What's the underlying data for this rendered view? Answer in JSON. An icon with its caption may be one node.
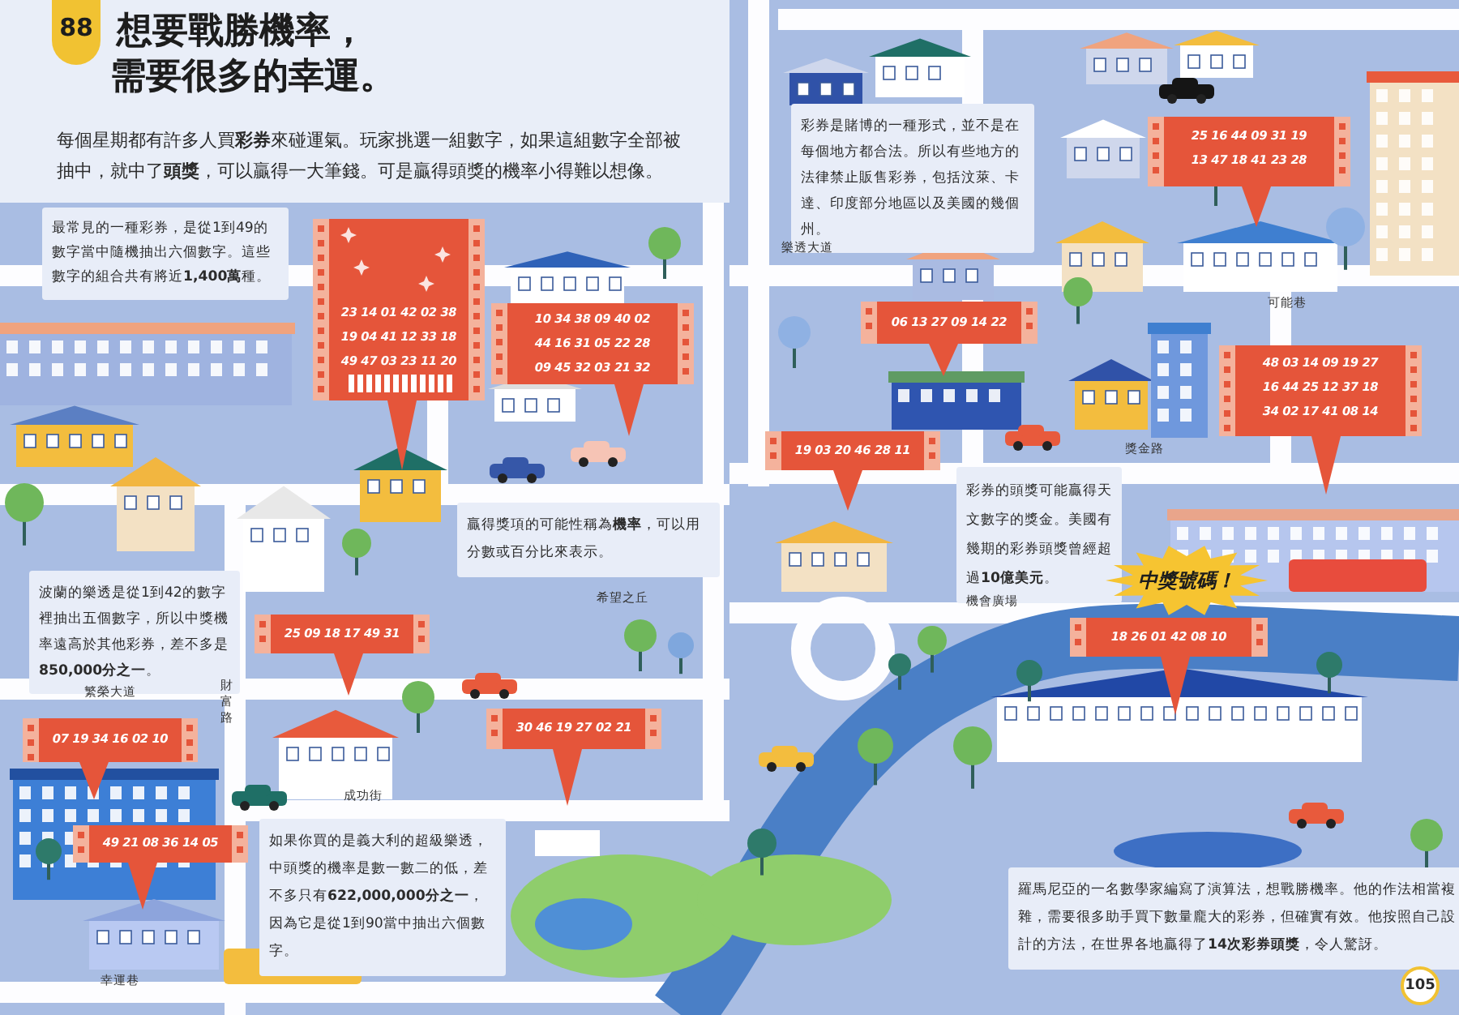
{
  "diagram": {
    "title": "想要戰勝機率，需要很多的幸運。",
    "nodes": [
      {
        "text": [
          "23 14 01 42 02 38",
          "19 04 41 12 33 18",
          "49 47 03 23 11 20"
        ]
      },
      {
        "text": [
          "10 34 38 09 40 02",
          "44 16 31 05 22 28",
          "09 45 32 03 21 32"
        ]
      },
      {
        "text": [
          "25 09 18 17 49 31"
        ]
      },
      {
        "text": [
          "07 19 34 16 02 10"
        ]
      },
      {
        "text": [
          "49 21 08 36 14 05"
        ]
      },
      {
        "text": [
          "30 46 19 27 02 21"
        ]
      },
      {
        "text": [
          "06 13 27 09 14 22"
        ]
      },
      {
        "text": [
          "25 16 44 09 31 19",
          "13 47 18 41 23 28"
        ]
      },
      {
        "text": [
          "48 03 14 09 19 27",
          "16 44 25 12 37 18",
          "34 02 17 41 08 14"
        ]
      },
      {
        "text": [
          "19 03 20 46 28 11"
        ]
      },
      {
        "text": [
          "中獎號碼！"
        ]
      },
      {
        "text": [
          "18 26 01 42 08 10"
        ]
      }
    ],
    "labels": [
      "88",
      "每個星期都有許多人買**彩券**來碰運氣。玩家挑選一組數字，如果這組數字全部被抽中，就中了**頭獎**，可以贏得一大筆錢。可是贏得頭獎的機率小得難以想像。",
      "最常見的一種彩券，是從1到49的數字當中隨機抽出六個數字。這些數字的組合共有將近**1,400萬**種。",
      "贏得獎項的可能性稱為**機率**，可以用分數或百分比來表示。",
      "希望之丘",
      "波蘭的樂透是從1到42的數字裡抽出五個數字，所以中獎機率遠高於其他彩券，差不多是**850,000分之一**。",
      "繁榮大道",
      "財富路",
      "成功街",
      "如果你買的是義大利的超級樂透，中頭獎的機率是數一數二的低，差不多只有**622,000,000分之一**，因為它是從1到90當中抽出六個數字。",
      "幸運巷",
      "彩券是賭博的一種形式，並不是在每個地方都合法。所以有些地方的法律禁止販售彩券，包括汶萊、卡達、印度部分地區以及美國的幾個州。",
      "樂透大道",
      "可能巷",
      "獎金路",
      "彩券的頭獎可能贏得天文數字的獎金。美國有幾期的彩券頭獎曾經超過**10億美元**。",
      "機會廣場",
      "羅馬尼亞的一名數學家編寫了演算法，想戰勝機率。他的作法相當複雜，需要很多助手買下數量龐大的彩券，但確實有效。他按照自己設計的方法，在世界各地贏得了**14次彩券頭獎**，令人驚訝。",
      "105"
    ]
  }
}
